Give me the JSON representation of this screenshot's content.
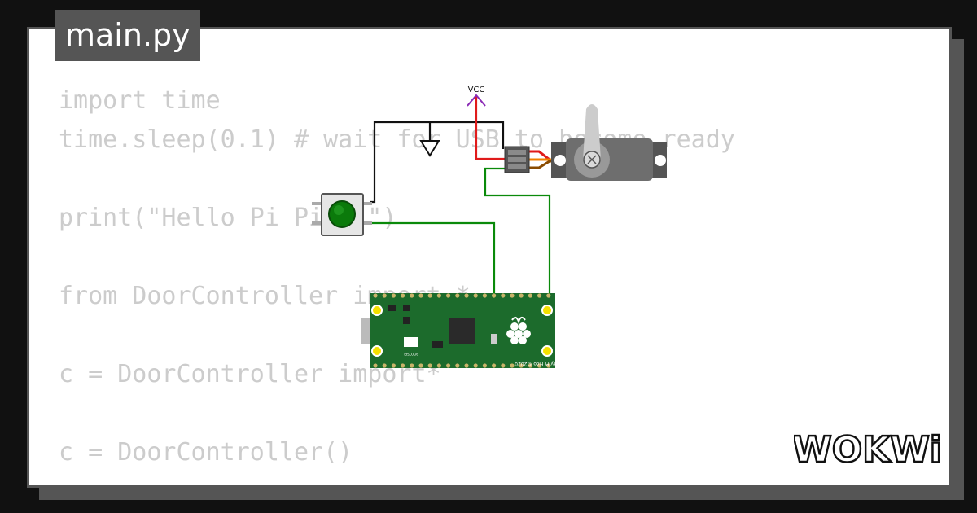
{
  "file": {
    "name": "main.py"
  },
  "code": {
    "lines": [
      "import time",
      "time.sleep(0.1) # wait for USB to become ready",
      "",
      "print(\"Hello Pi Pico!\")",
      "",
      "from DoorController import *",
      "",
      "c = DoorController import*",
      "",
      "c = DoorController()"
    ]
  },
  "diagram": {
    "vcc_label": "VCC",
    "pico_board_text": "Raspberry Pi Pico ©2020",
    "pico_small_text": "BOOTSEL",
    "wire_colors": {
      "black": "#111111",
      "red": "#e01b1b",
      "green": "#0a8a0a",
      "orange": "#f08000",
      "vcc": "#8a2bb5"
    }
  },
  "brand": {
    "logo_text": "WOKWi"
  },
  "colors": {
    "background": "#111111",
    "panel": "#555555",
    "card": "#ffffff",
    "code_text": "#cccccc",
    "pico_green": "#1c6b2c"
  }
}
